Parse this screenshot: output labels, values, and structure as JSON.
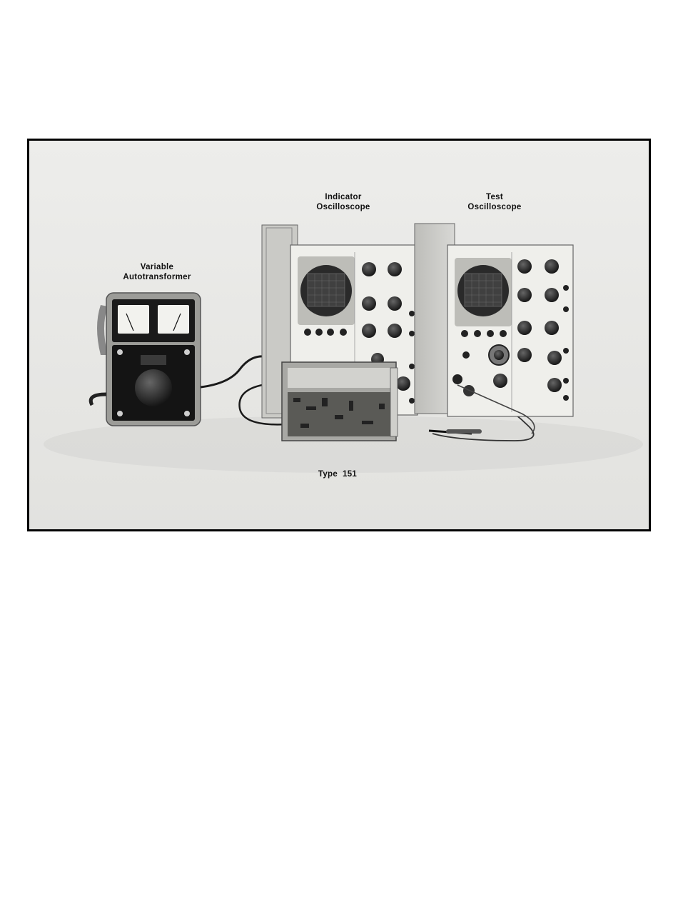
{
  "figure": {
    "labels": {
      "autotransformer": [
        "Variable",
        "Autotransformer"
      ],
      "indicator_scope": [
        "Indicator",
        "Oscilloscope"
      ],
      "test_scope": [
        "Test",
        "Oscilloscope"
      ],
      "plugin": [
        "Type  151"
      ]
    },
    "equipment": [
      "variable-autotransformer",
      "indicator-oscilloscope",
      "test-oscilloscope",
      "type-151-plugin-unit",
      "probe"
    ]
  }
}
